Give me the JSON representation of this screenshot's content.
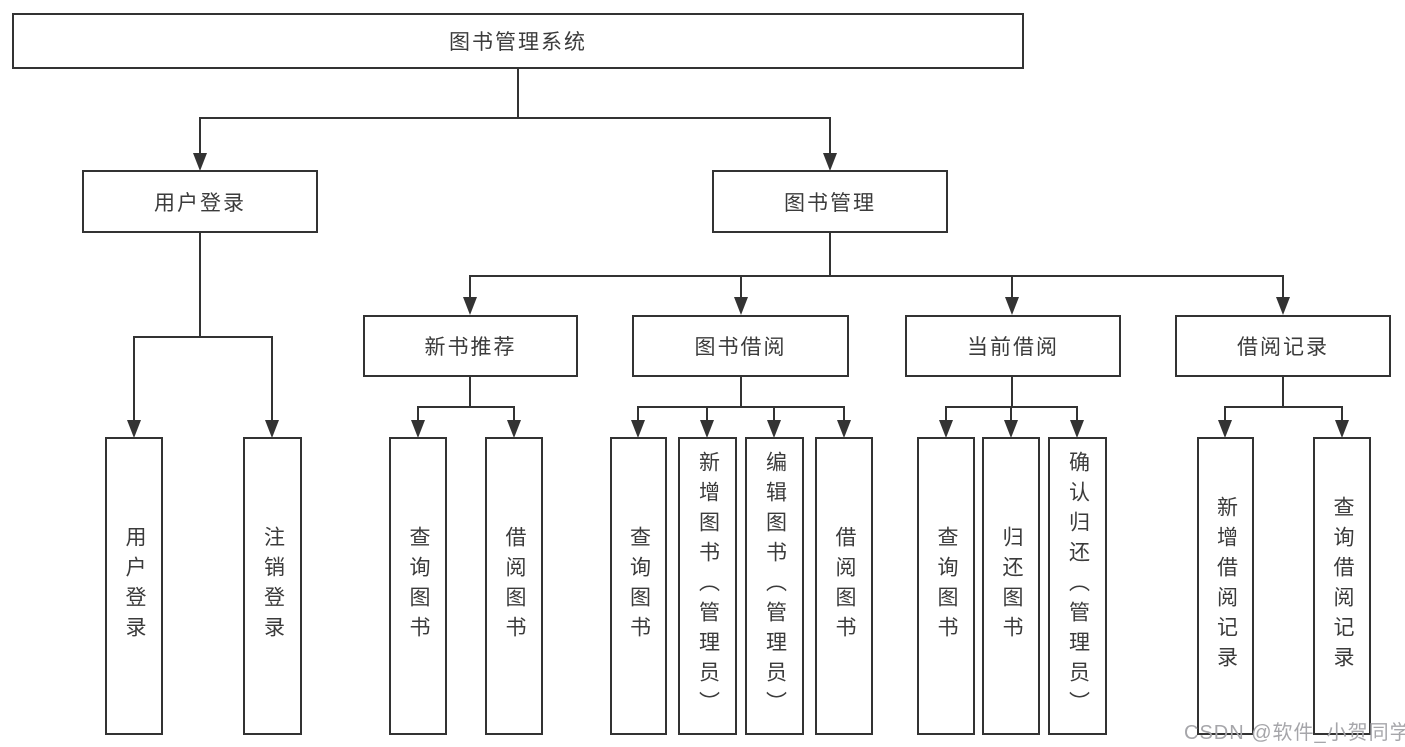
{
  "tree": {
    "root": "图书管理系统",
    "login": {
      "label": "用户登录",
      "children": [
        {
          "label": "用户登录"
        },
        {
          "label": "注销登录"
        }
      ]
    },
    "management": {
      "label": "图书管理",
      "sections": [
        {
          "label": "新书推荐",
          "children": [
            {
              "label": "查询图书"
            },
            {
              "label": "借阅图书"
            }
          ]
        },
        {
          "label": "图书借阅",
          "children": [
            {
              "label": "查询图书"
            },
            {
              "label": "新增图书（管理员）"
            },
            {
              "label": "编辑图书（管理员）"
            },
            {
              "label": "借阅图书"
            }
          ]
        },
        {
          "label": "当前借阅",
          "children": [
            {
              "label": "查询图书"
            },
            {
              "label": "归还图书"
            },
            {
              "label": "确认归还（管理员）"
            }
          ]
        },
        {
          "label": "借阅记录",
          "children": [
            {
              "label": "新增借阅记录"
            },
            {
              "label": "查询借阅记录"
            }
          ]
        }
      ]
    }
  },
  "watermark": "CSDN @软件_小贺同学",
  "colors": {
    "line": "#333333",
    "text": "#3b3b3b",
    "watermark": "#a6a6aa",
    "background": "#ffffff"
  }
}
